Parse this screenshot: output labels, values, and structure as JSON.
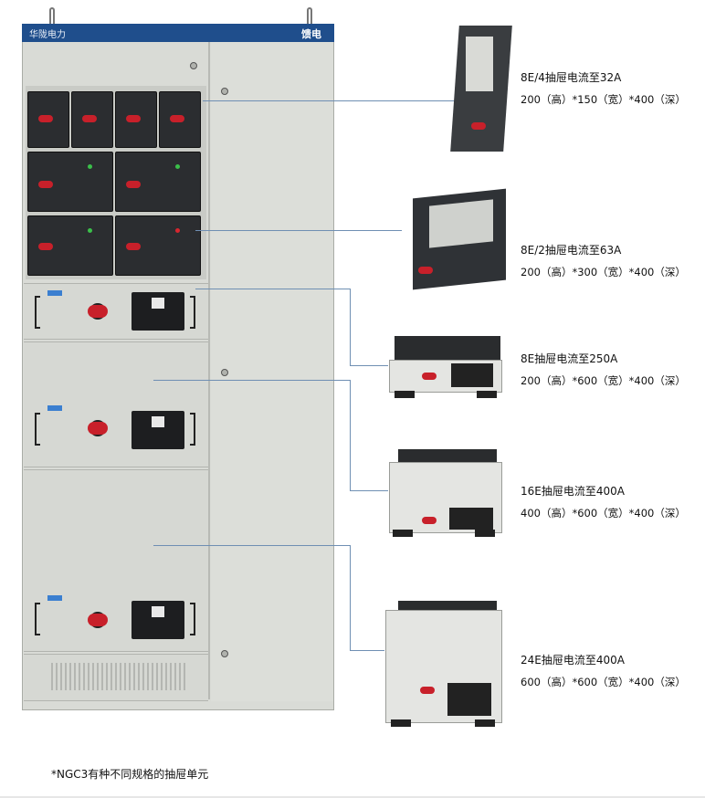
{
  "cabinet": {
    "brand": "华陇电力",
    "name": "馈电"
  },
  "specs": [
    {
      "title": "8E/4抽屉电流至32A",
      "dims": "200（高）*150（宽）*400（深）"
    },
    {
      "title": "8E/2抽屉电流至63A",
      "dims": "200（高）*300（宽）*400（深）"
    },
    {
      "title": "8E抽屉电流至250A",
      "dims": "200（高）*600（宽）*400（深）"
    },
    {
      "title": "16E抽屉电流至400A",
      "dims": "400（高）*600（宽）*400（深）"
    },
    {
      "title": "24E抽屉电流至400A",
      "dims": "600（高）*600（宽）*400（深）"
    }
  ],
  "footnote": "*NGC3有种不同规格的抽屉单元",
  "colors": {
    "header": "#1f4e8c",
    "leader": "#6f8fb3",
    "handle": "#c8202a"
  }
}
